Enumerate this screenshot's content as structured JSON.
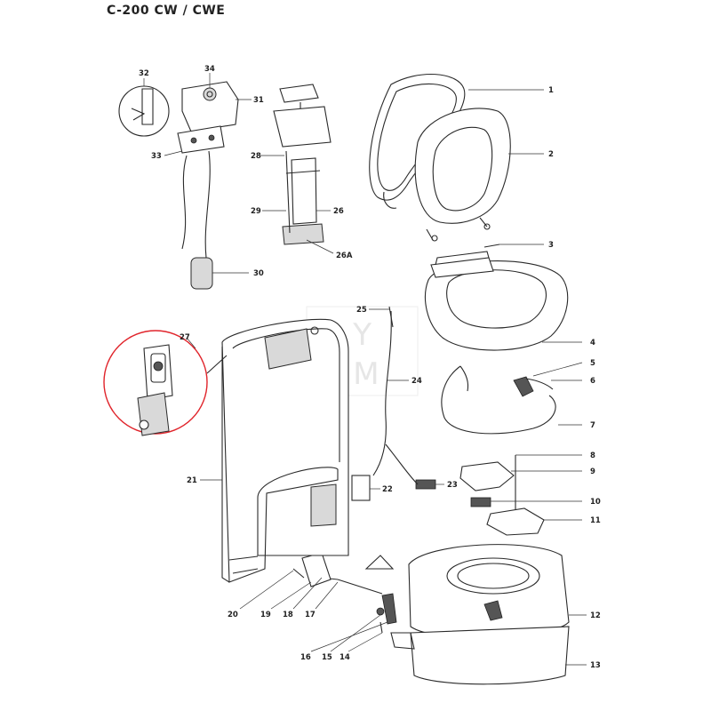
{
  "title": "C-200 CW / CWE",
  "watermark": {
    "line1": "ZY",
    "line2": "AM"
  },
  "highlight_color": "#e0242b",
  "labels": [
    {
      "id": "1",
      "text": "1"
    },
    {
      "id": "2",
      "text": "2"
    },
    {
      "id": "3",
      "text": "3"
    },
    {
      "id": "4",
      "text": "4"
    },
    {
      "id": "5",
      "text": "5"
    },
    {
      "id": "6",
      "text": "6"
    },
    {
      "id": "7",
      "text": "7"
    },
    {
      "id": "8",
      "text": "8"
    },
    {
      "id": "9",
      "text": "9"
    },
    {
      "id": "10",
      "text": "10"
    },
    {
      "id": "11",
      "text": "11"
    },
    {
      "id": "12",
      "text": "12"
    },
    {
      "id": "13",
      "text": "13"
    },
    {
      "id": "14",
      "text": "14"
    },
    {
      "id": "15",
      "text": "15"
    },
    {
      "id": "16",
      "text": "16"
    },
    {
      "id": "17",
      "text": "17"
    },
    {
      "id": "18",
      "text": "18"
    },
    {
      "id": "19",
      "text": "19"
    },
    {
      "id": "20",
      "text": "20"
    },
    {
      "id": "21",
      "text": "21"
    },
    {
      "id": "22",
      "text": "22"
    },
    {
      "id": "23",
      "text": "23"
    },
    {
      "id": "24",
      "text": "24"
    },
    {
      "id": "25",
      "text": "25"
    },
    {
      "id": "26",
      "text": "26"
    },
    {
      "id": "26A",
      "text": "26A"
    },
    {
      "id": "27",
      "text": "27"
    },
    {
      "id": "28",
      "text": "28"
    },
    {
      "id": "29",
      "text": "29"
    },
    {
      "id": "30",
      "text": "30"
    },
    {
      "id": "31",
      "text": "31"
    },
    {
      "id": "32",
      "text": "32"
    },
    {
      "id": "33",
      "text": "33"
    },
    {
      "id": "34",
      "text": "34"
    }
  ]
}
